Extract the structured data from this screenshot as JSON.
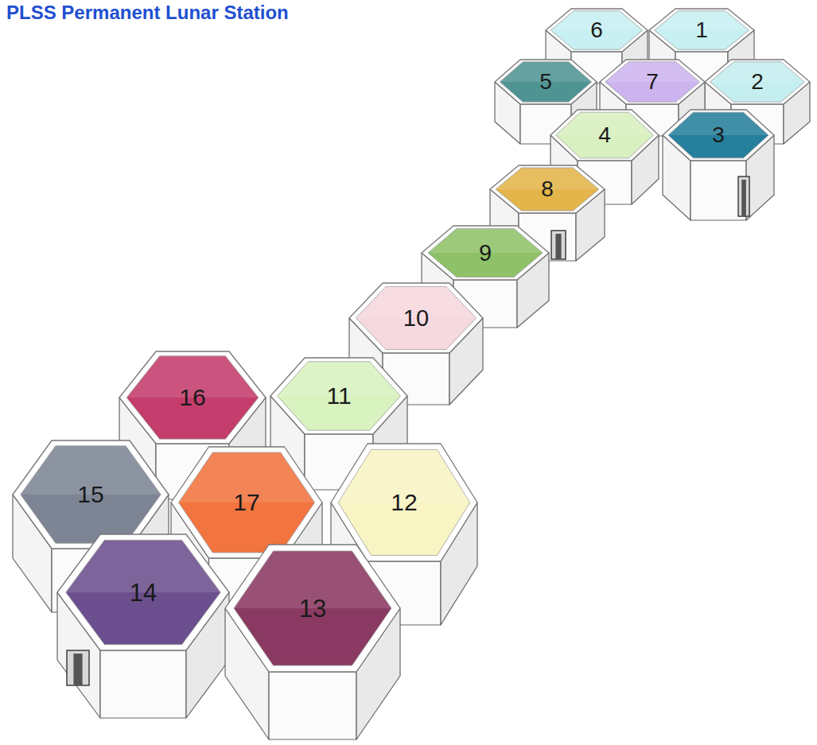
{
  "diagram": {
    "title": "PLSS Permanent Lunar Station",
    "nodes": [
      {
        "text": [
          "1"
        ]
      },
      {
        "text": [
          "2"
        ]
      },
      {
        "text": [
          "3"
        ]
      },
      {
        "text": [
          "4"
        ]
      },
      {
        "text": [
          "5"
        ]
      },
      {
        "text": [
          "6"
        ]
      },
      {
        "text": [
          "7"
        ]
      },
      {
        "text": [
          "8"
        ]
      },
      {
        "text": [
          "9"
        ]
      },
      {
        "text": [
          "10"
        ]
      },
      {
        "text": [
          "11"
        ]
      },
      {
        "text": [
          "12"
        ]
      },
      {
        "text": [
          "13"
        ]
      },
      {
        "text": [
          "14"
        ]
      },
      {
        "text": [
          "15"
        ]
      },
      {
        "text": [
          "16"
        ]
      },
      {
        "text": [
          "17"
        ]
      }
    ]
  }
}
